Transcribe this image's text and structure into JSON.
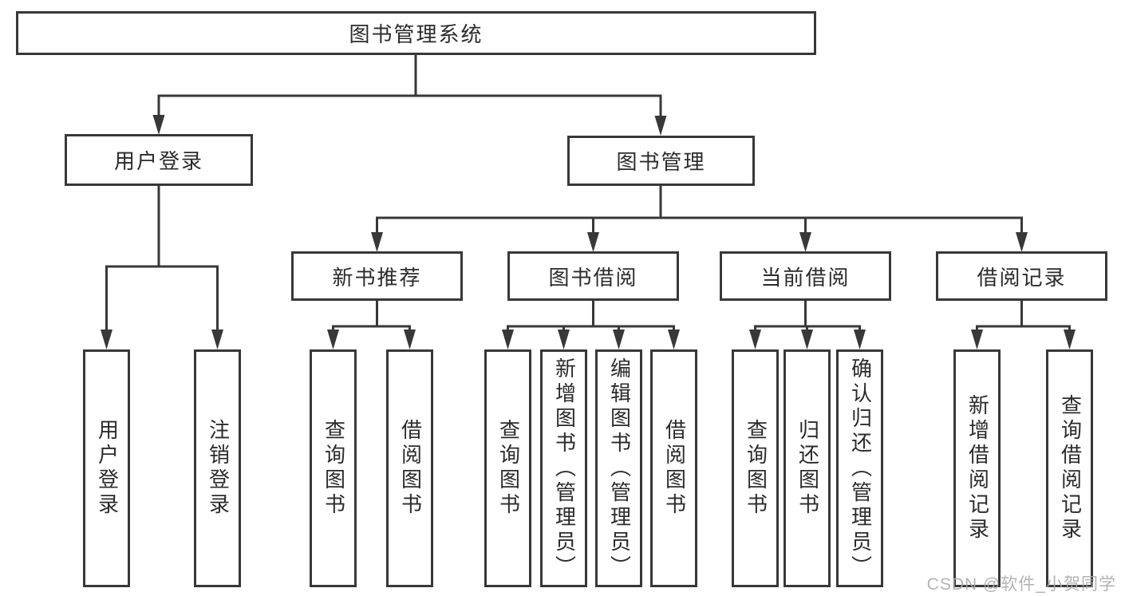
{
  "tree": {
    "label": "图书管理系统",
    "children": [
      {
        "label": "用户登录",
        "children": [
          {
            "label": "用户登录"
          },
          {
            "label": "注销登录"
          }
        ]
      },
      {
        "label": "图书管理",
        "children": [
          {
            "label": "新书推荐",
            "children": [
              {
                "label": "查询图书"
              },
              {
                "label": "借阅图书"
              }
            ]
          },
          {
            "label": "图书借阅",
            "children": [
              {
                "label": "查询图书"
              },
              {
                "label": "新增图书（管理员）"
              },
              {
                "label": "编辑图书（管理员）"
              },
              {
                "label": "借阅图书"
              }
            ]
          },
          {
            "label": "当前借阅",
            "children": [
              {
                "label": "查询图书"
              },
              {
                "label": "归还图书"
              },
              {
                "label": "确认归还（管理员）"
              }
            ]
          },
          {
            "label": "借阅记录",
            "children": [
              {
                "label": "新增借阅记录"
              },
              {
                "label": "查询借阅记录"
              }
            ]
          }
        ]
      }
    ]
  },
  "watermark": {
    "text": "CSDN @软件_小贺同学"
  },
  "colors": {
    "line": "#383838",
    "text": "#2b2b2b",
    "background": "#ffffff",
    "watermark": "#a8a8a8"
  }
}
